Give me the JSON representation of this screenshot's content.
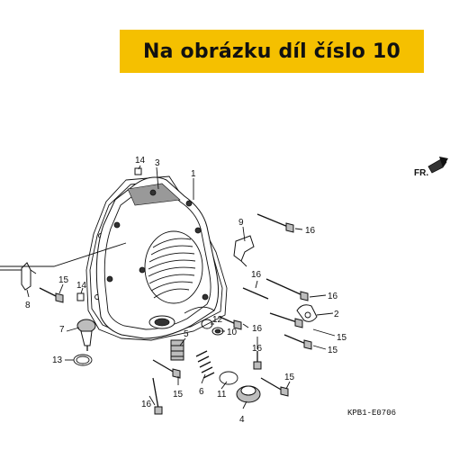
{
  "banner": {
    "text": "Na obrázku díl číslo 10"
  },
  "direction_label": "FR.",
  "diagram_code": "KPB1-E0706",
  "callouts": [
    {
      "id": "c1",
      "label": "1"
    },
    {
      "id": "c2",
      "label": "2"
    },
    {
      "id": "c3",
      "label": "3"
    },
    {
      "id": "c4",
      "label": "4"
    },
    {
      "id": "c5",
      "label": "5"
    },
    {
      "id": "c6",
      "label": "6"
    },
    {
      "id": "c7",
      "label": "7"
    },
    {
      "id": "c8",
      "label": "8"
    },
    {
      "id": "c9",
      "label": "9"
    },
    {
      "id": "c10",
      "label": "10"
    },
    {
      "id": "c11",
      "label": "11"
    },
    {
      "id": "c12",
      "label": "12"
    },
    {
      "id": "c13",
      "label": "13"
    },
    {
      "id": "c14a",
      "label": "14"
    },
    {
      "id": "c14b",
      "label": "14"
    },
    {
      "id": "c15a",
      "label": "15"
    },
    {
      "id": "c15b",
      "label": "15"
    },
    {
      "id": "c15c",
      "label": "15"
    },
    {
      "id": "c15d",
      "label": "15"
    },
    {
      "id": "c15e",
      "label": "15"
    },
    {
      "id": "c16a",
      "label": "16"
    },
    {
      "id": "c16b",
      "label": "16"
    },
    {
      "id": "c16c",
      "label": "16"
    },
    {
      "id": "c16d",
      "label": "16"
    },
    {
      "id": "c16e",
      "label": "16"
    },
    {
      "id": "c16f",
      "label": "16"
    }
  ]
}
